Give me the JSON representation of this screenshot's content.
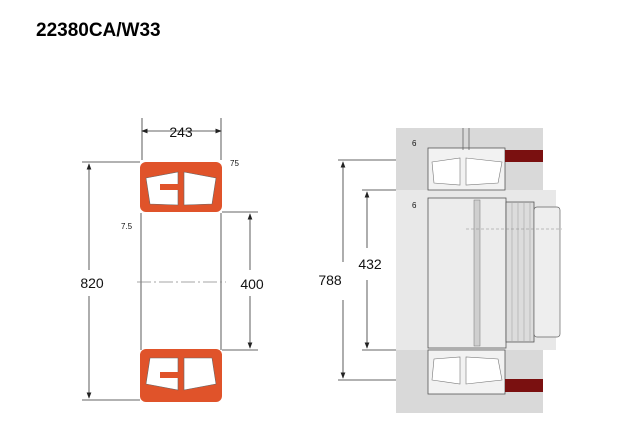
{
  "title": "22380CA/W33",
  "left_view": {
    "width_dim": "243",
    "outer_dia_dim": "820",
    "bore_dim": "400",
    "chamfer_top": "75",
    "chamfer_side": "7.5"
  },
  "right_view": {
    "dim_outer": "788",
    "dim_inner": "432",
    "fillet_top": "6",
    "fillet_inner": "6"
  },
  "colors": {
    "bearing": "#e0532a",
    "housing": "#d9d9d9",
    "seal": "#7a1010"
  }
}
